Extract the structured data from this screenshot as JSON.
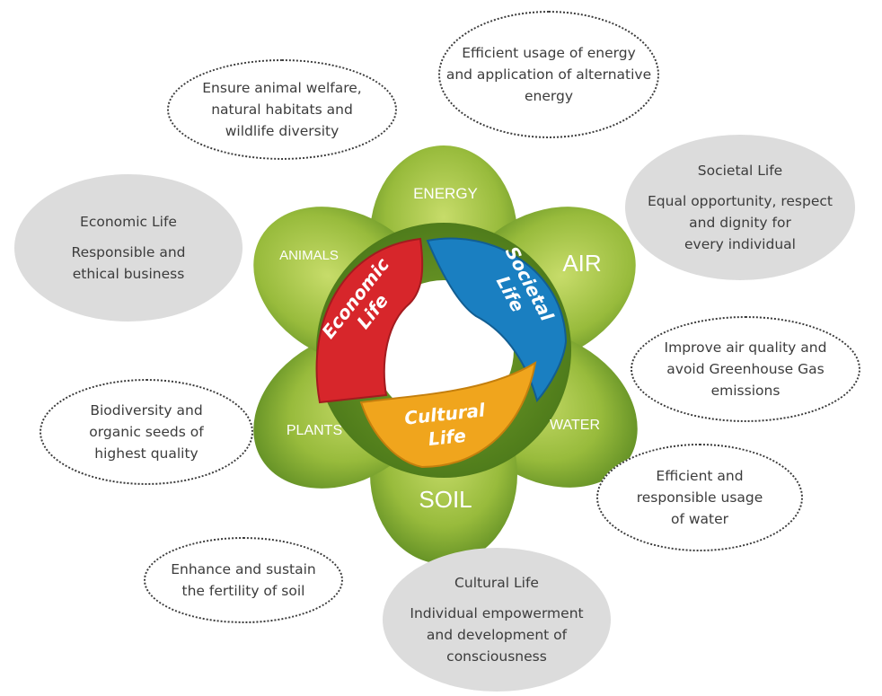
{
  "petals": {
    "energy": "ENERGY",
    "air": "AIR",
    "water": "WATER",
    "soil": "SOIL",
    "plants": "PLANTS",
    "animals": "ANIMALS"
  },
  "ring": {
    "economic": [
      "Economic",
      "Life"
    ],
    "societal": [
      "Societal",
      "Life"
    ],
    "cultural": [
      "Cultural",
      "Life"
    ]
  },
  "bubbles": {
    "energy_goal": [
      "Efficient usage of energy",
      "and application of alternative",
      "energy"
    ],
    "animal_goal": [
      "Ensure animal welfare,",
      "natural habitats and",
      "wildlife diversity"
    ],
    "societal": {
      "title": "Societal Life",
      "lines": [
        "Equal opportunity, respect",
        "and dignity for",
        "every individual"
      ]
    },
    "economic": {
      "title": "Economic Life",
      "lines": [
        "Responsible and",
        "ethical business"
      ]
    },
    "air_goal": [
      "Improve air quality and",
      "avoid Greenhouse Gas",
      "emissions"
    ],
    "plants_goal": [
      "Biodiversity and",
      "organic seeds of",
      "highest quality"
    ],
    "water_goal": [
      "Efficient and",
      "responsible usage",
      "of water"
    ],
    "soil_goal": [
      "Enhance and sustain",
      "the fertility of soil"
    ],
    "cultural": {
      "title": "Cultural Life",
      "lines": [
        "Individual empowerment",
        "and development of",
        "consciousness"
      ]
    }
  },
  "colors": {
    "leaf_light": "#b6cf55",
    "leaf_dark": "#5f8c25",
    "economic": "#d7262b",
    "societal": "#1a7fc1",
    "cultural": "#f0a51d",
    "bubble_grey": "#dcdcdc"
  }
}
